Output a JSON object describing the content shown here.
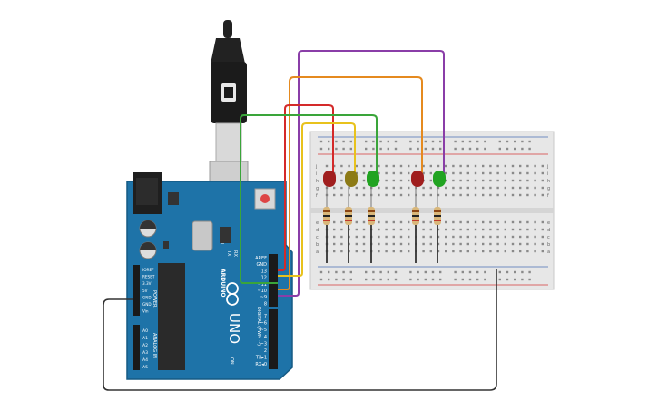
{
  "arduino": {
    "brand": "ARDUINO",
    "model": "UNO",
    "header_pins": [
      "AREF",
      "GND",
      "13",
      "12",
      "~11",
      "~10",
      "~9",
      "8"
    ],
    "digital_pins": [
      "7",
      "~6",
      "~5",
      "4",
      "~3",
      "2",
      "TX▸1",
      "RX◂0"
    ],
    "power_pins": [
      "IOREF",
      "RESET",
      "3.3V",
      "5V",
      "GND",
      "GND",
      "Vin"
    ],
    "analog_pins": [
      "A0",
      "A1",
      "A2",
      "A3",
      "A4",
      "A5"
    ],
    "led_labels": [
      "L",
      "TX",
      "RX",
      "ON"
    ],
    "power_section_label": "POWER",
    "analog_section_label": "ANALOG IN",
    "digital_section_label": "DIGITAL (PWM ~)"
  },
  "breadboard": {
    "row_letters_top": [
      "j",
      "i",
      "h",
      "g",
      "f"
    ],
    "row_letters_bottom": [
      "e",
      "d",
      "c",
      "b",
      "a"
    ]
  },
  "colors": {
    "board": "#1e73a8",
    "red_wire": "#d42a2a",
    "yellow_wire": "#e8c21c",
    "green_wire": "#3aa53a",
    "orange_wire": "#e58a1f",
    "purple_wire": "#8a3ea8",
    "black_wire": "#333333",
    "led_red": "#a01e1e",
    "led_yellow": "#8c7a16",
    "led_green": "#21a321"
  }
}
